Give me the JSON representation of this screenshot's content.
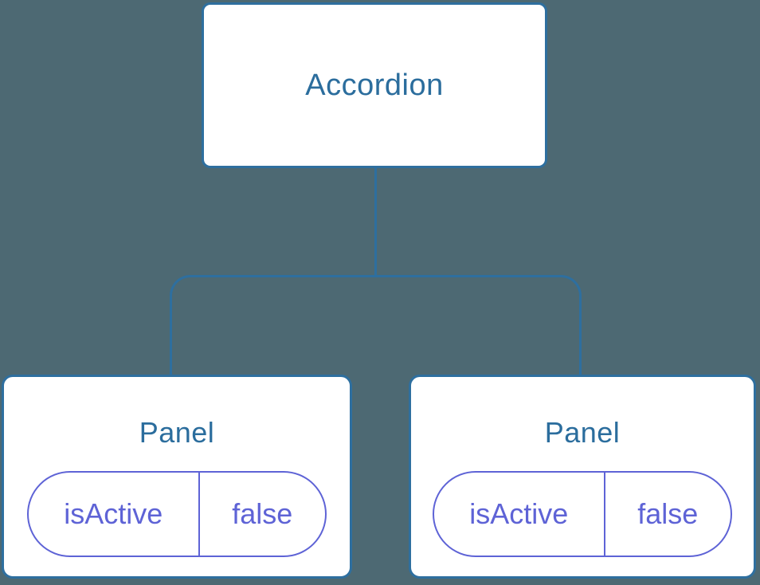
{
  "tree": {
    "root": {
      "label": "Accordion"
    },
    "children": [
      {
        "label": "Panel",
        "state": {
          "name": "isActive",
          "value": "false"
        }
      },
      {
        "label": "Panel",
        "state": {
          "name": "isActive",
          "value": "false"
        }
      }
    ]
  },
  "colors": {
    "background": "#4d6973",
    "connector_line": "#2e6f9f",
    "node_fill": "#ffffff",
    "node_text": "#2b6d9d",
    "state_accent": "#5e63d6"
  }
}
